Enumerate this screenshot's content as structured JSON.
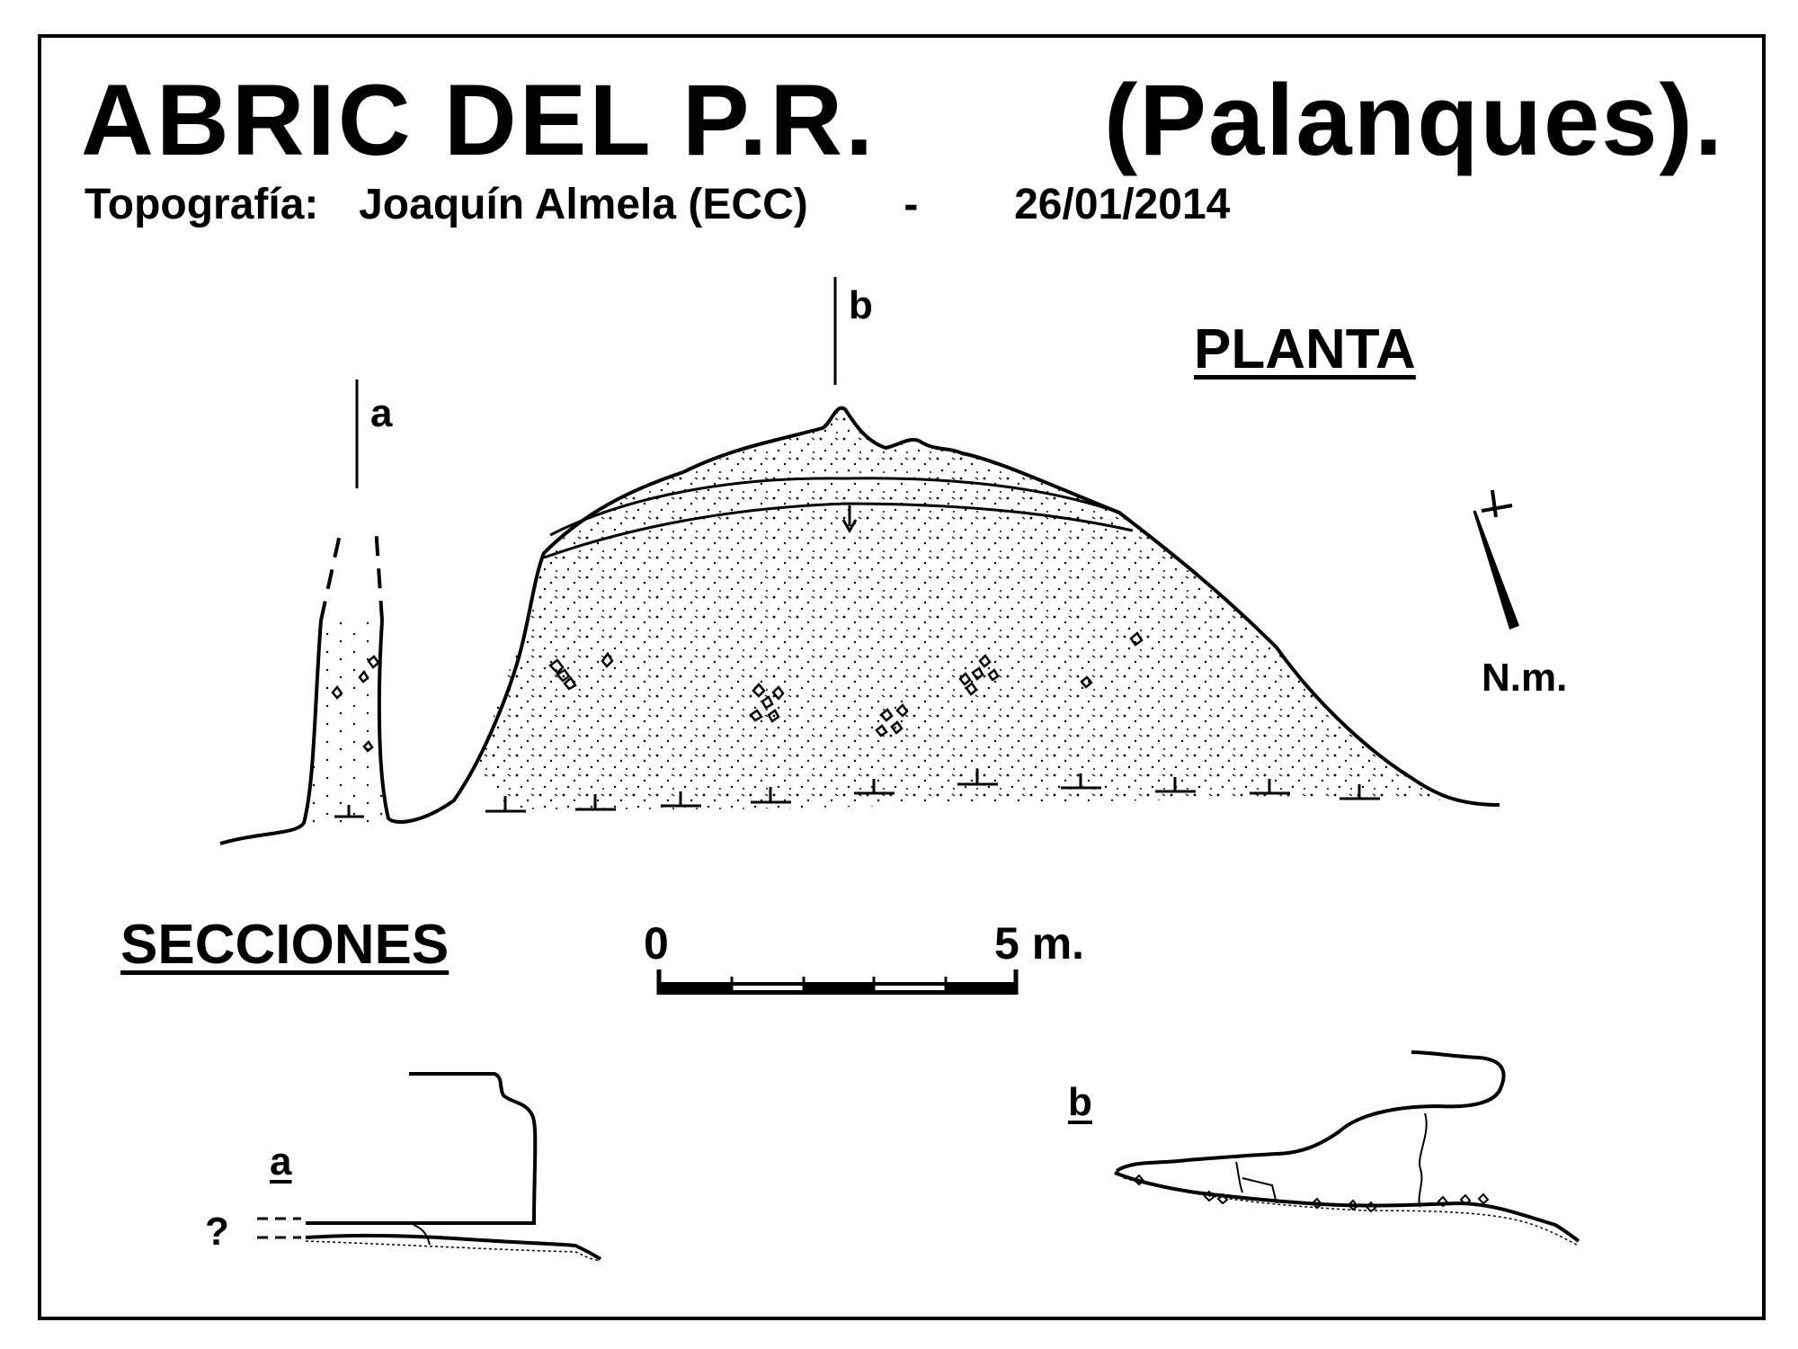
{
  "title": {
    "main": "ABRIC  DEL  P.R.",
    "place": "(Palanques)."
  },
  "credits": {
    "label": "Topografía:",
    "author": "Joaquín Almela  (ECC)",
    "separator": "-",
    "date": "26/01/2014"
  },
  "plan": {
    "heading": "PLANTA",
    "section_a_label": "a",
    "section_b_label": "b",
    "north_label": "N.m."
  },
  "scale": {
    "start_label": "0",
    "end_label": "5 m."
  },
  "sections": {
    "heading": "SECCIONES",
    "a_label": "a",
    "a_unknown_mark": "?",
    "b_label": "b"
  }
}
